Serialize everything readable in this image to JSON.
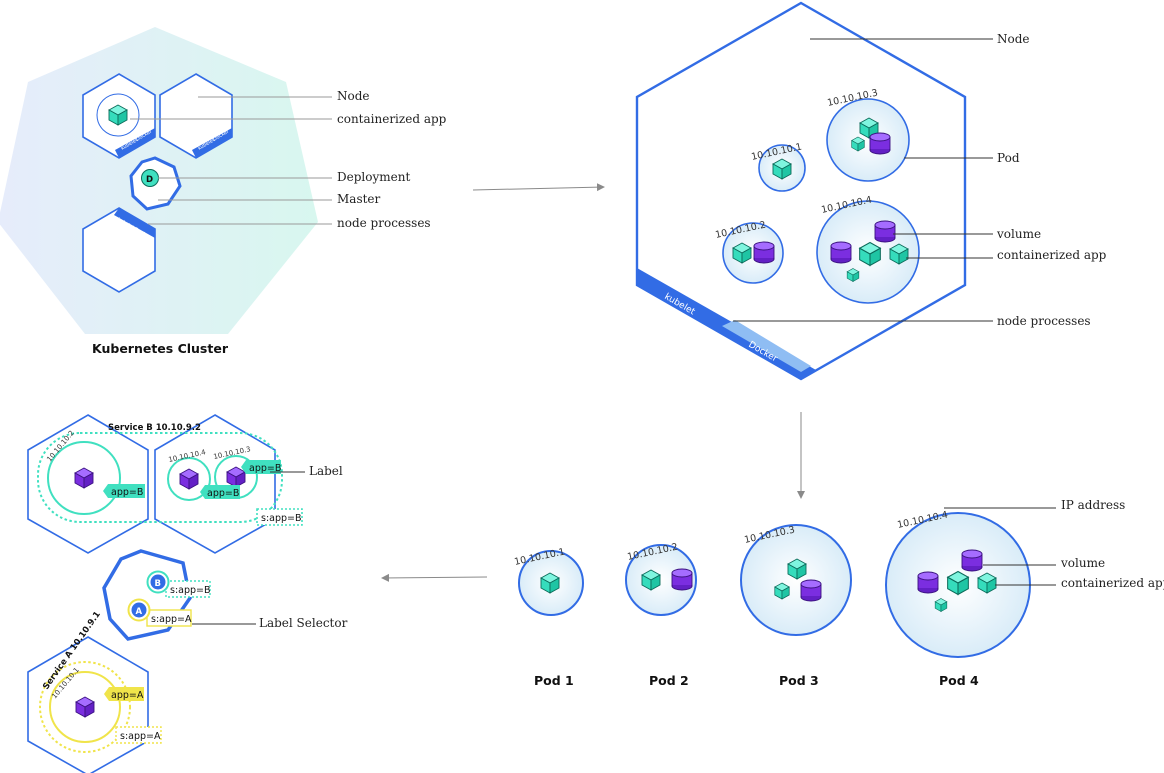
{
  "cluster": {
    "title": "Kubernetes   Cluster",
    "labels": {
      "node": "Node",
      "containerized_app": "containerized app",
      "deployment": "Deployment",
      "master": "Master",
      "node_processes": "node processes"
    },
    "strip_kubelet": "kubelet",
    "strip_docker": "Docker",
    "deployment_glyph": "D"
  },
  "node_detail": {
    "labels": {
      "node": "Node",
      "pod": "Pod",
      "volume": "volume",
      "containerized_app": "containerized app",
      "node_processes": "node processes"
    },
    "ips": [
      "10.10.10.1",
      "10.10.10.2",
      "10.10.10.3",
      "10.10.10.4"
    ],
    "strip_kubelet": "kubelet",
    "strip_docker": "Docker"
  },
  "pods_row": {
    "pods": [
      {
        "name": "Pod 1",
        "ip": "10.10.10.1"
      },
      {
        "name": "Pod 2",
        "ip": "10.10.10.2"
      },
      {
        "name": "Pod 3",
        "ip": "10.10.10.3"
      },
      {
        "name": "Pod 4",
        "ip": "10.10.10.4"
      }
    ],
    "labels": {
      "ip_address": "IP address",
      "volume": "volume",
      "containerized_app": "containerized app"
    }
  },
  "services": {
    "service_b": {
      "title": "Service B 10.10.9.2",
      "pod_ips": [
        "10.10.10.2",
        "10.10.10.4",
        "10.10.10.3"
      ],
      "tag": "app=B",
      "selector": "s:app=B"
    },
    "service_a": {
      "title": "Service A  10.10.9.1",
      "pod_ip": "10.10.10.1",
      "tag": "app=A",
      "selector": "s:app=A"
    },
    "master_badges": {
      "b": "B",
      "a": "A"
    },
    "labels": {
      "label": "Label",
      "label_selector": "Label Selector"
    }
  },
  "colors": {
    "blue": "#326ce5",
    "teal": "#40e0c0",
    "purple": "#7b2ee0",
    "yellow": "#f0e44a"
  }
}
